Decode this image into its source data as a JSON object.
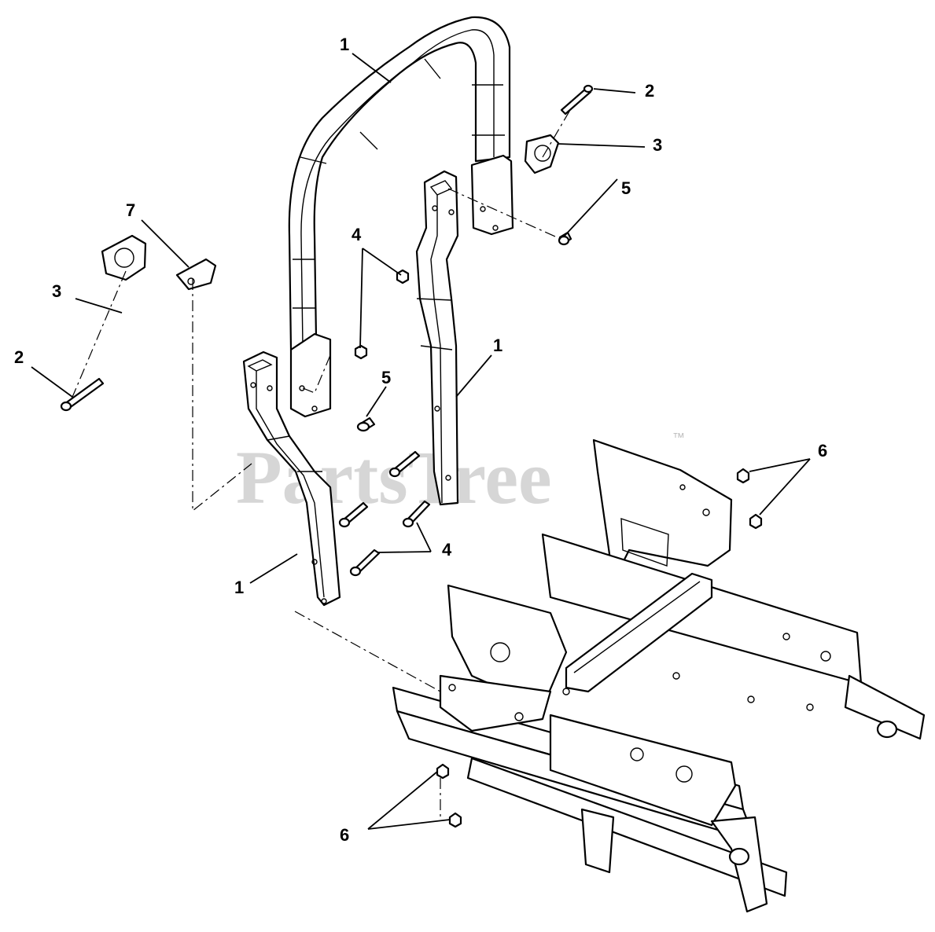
{
  "watermark": {
    "text": "PartsTree",
    "trademark": "™"
  },
  "callouts": [
    {
      "id": "c1a",
      "label": "1"
    },
    {
      "id": "c1b",
      "label": "1"
    },
    {
      "id": "c1c",
      "label": "1"
    },
    {
      "id": "c2a",
      "label": "2"
    },
    {
      "id": "c2b",
      "label": "2"
    },
    {
      "id": "c3a",
      "label": "3"
    },
    {
      "id": "c3b",
      "label": "3"
    },
    {
      "id": "c4a",
      "label": "4"
    },
    {
      "id": "c4b",
      "label": "4"
    },
    {
      "id": "c5a",
      "label": "5"
    },
    {
      "id": "c5b",
      "label": "5"
    },
    {
      "id": "c6a",
      "label": "6"
    },
    {
      "id": "c6b",
      "label": "6"
    },
    {
      "id": "c7a",
      "label": "7"
    }
  ]
}
